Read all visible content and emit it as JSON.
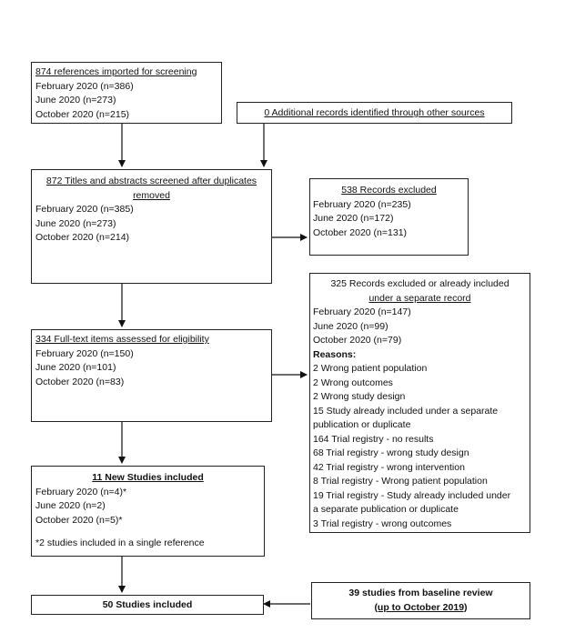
{
  "imported": {
    "heading": "874 references imported for screening",
    "lines": [
      "February 2020 (n=386)",
      "June 2020 (n=273)",
      "October 2020 (n=215)"
    ]
  },
  "other_sources": {
    "heading": "0 Additional records identified through other sources"
  },
  "screened": {
    "heading_line1": "872 Titles and abstracts screened after duplicates",
    "heading_line2": "removed",
    "lines": [
      "February 2020 (n=385)",
      "June 2020 (n=273)",
      "October 2020 (n=214)"
    ]
  },
  "records_excluded": {
    "heading": "538 Records excluded",
    "lines": [
      "February 2020 (n=235)",
      "June 2020 (n=172)",
      "October 2020 (n=131)"
    ]
  },
  "fulltext": {
    "heading": "334 Full-text items assessed for eligibility",
    "lines": [
      "February 2020 (n=150)",
      "June 2020 (n=101)",
      "October 2020 (n=83)"
    ]
  },
  "excluded_fulltext": {
    "heading_line1": "325 Records excluded or already included",
    "heading_line2": "under a separate record",
    "lines": [
      "February 2020 (n=147)",
      "June 2020 (n=99)",
      "October 2020 (n=79)"
    ],
    "reasons_label": "Reasons:",
    "reasons": [
      "2 Wrong patient population",
      "2 Wrong outcomes",
      "2 Wrong study design",
      "15 Study already included under a separate",
      "publication or duplicate",
      "164 Trial registry - no results",
      "68 Trial registry - wrong study design",
      "42 Trial registry - wrong intervention",
      "8 Trial registry - Wrong patient population",
      "19 Trial registry - Study already included under",
      "a separate publication or duplicate",
      "3 Trial registry - wrong outcomes"
    ]
  },
  "new_studies": {
    "heading": "11 New Studies included",
    "lines": [
      "February 2020 (n=4)*",
      "June 2020 (n=2)",
      "October 2020 (n=5)*"
    ],
    "footnote": "*2 studies included in a single reference"
  },
  "total": {
    "heading": "50 Studies included"
  },
  "baseline": {
    "heading_line1": "39 studies from baseline review",
    "heading_line2": "(up to October 2019)"
  }
}
